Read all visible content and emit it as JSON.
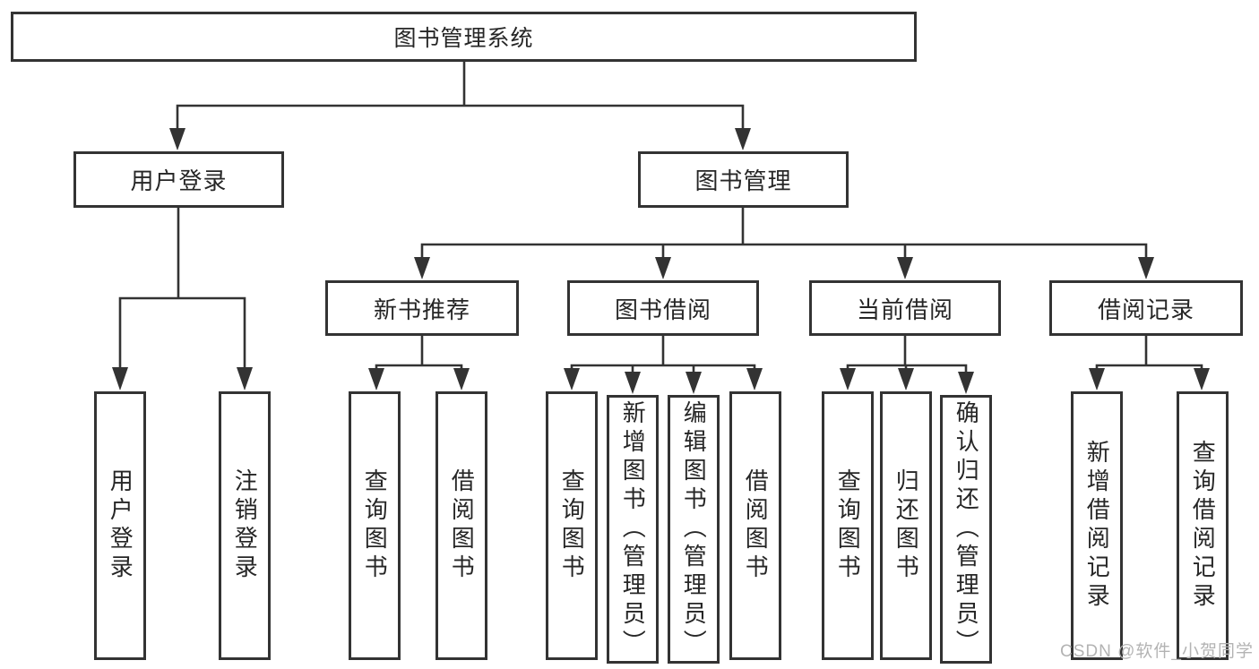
{
  "tree": {
    "label": "图书管理系统",
    "children": [
      {
        "label": "用户登录",
        "children": [
          {
            "label": "用户登录"
          },
          {
            "label": "注销登录"
          }
        ]
      },
      {
        "label": "图书管理",
        "children": [
          {
            "label": "新书推荐",
            "children": [
              {
                "label": "查询图书"
              },
              {
                "label": "借阅图书"
              }
            ]
          },
          {
            "label": "图书借阅",
            "children": [
              {
                "label": "查询图书"
              },
              {
                "label": "新增图书（管理员）"
              },
              {
                "label": "编辑图书（管理员）"
              },
              {
                "label": "借阅图书"
              }
            ]
          },
          {
            "label": "当前借阅",
            "children": [
              {
                "label": "查询图书"
              },
              {
                "label": "归还图书"
              },
              {
                "label": "确认归还（管理员）"
              }
            ]
          },
          {
            "label": "借阅记录",
            "children": [
              {
                "label": "新增借阅记录"
              },
              {
                "label": "查询借阅记录"
              }
            ]
          }
        ]
      }
    ]
  },
  "watermark": "CSDN @软件_小贺同学",
  "colors": {
    "line": "#333333",
    "text": "#262626",
    "watermark": "#b3b3b3",
    "background": "#ffffff"
  }
}
